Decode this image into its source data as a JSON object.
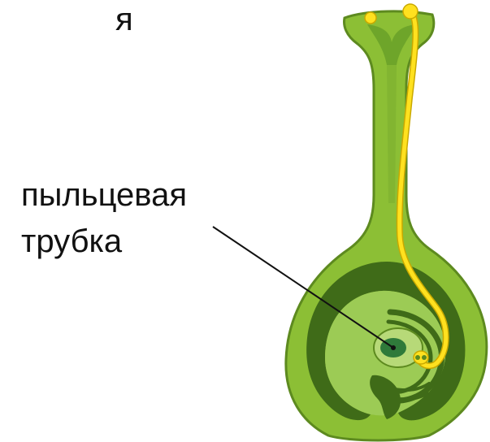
{
  "labels": {
    "top_fragment": "я",
    "pollen_tube_line1": "пыльцевая",
    "pollen_tube_line2": "трубка"
  },
  "colors": {
    "outer_green": "#8cbf35",
    "outline_green": "#5d8a1f",
    "dark_green": "#3f6b18",
    "mid_green": "#6ea52a",
    "pale_green": "#a8cf63",
    "egg_green": "#2f7a3a",
    "pollen_yellow": "#ffe11f",
    "pollen_outline": "#c9a900",
    "pointer_line": "#111111"
  }
}
